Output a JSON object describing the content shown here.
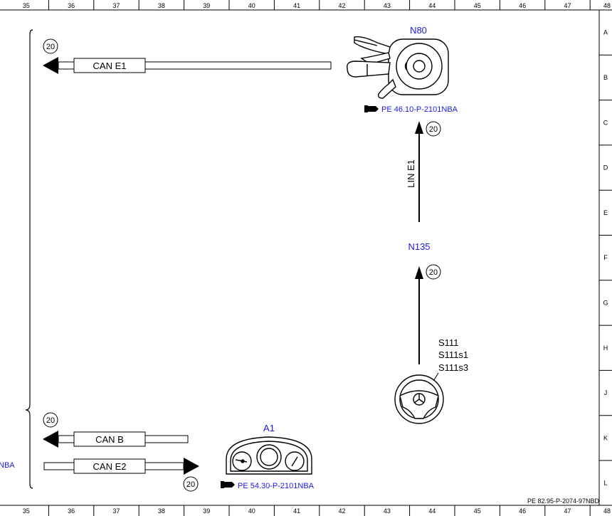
{
  "grid": {
    "columns": [
      "35",
      "36",
      "37",
      "38",
      "39",
      "40",
      "41",
      "42",
      "43",
      "44",
      "45",
      "46",
      "47",
      "48"
    ],
    "rows": [
      "A",
      "B",
      "C",
      "D",
      "E",
      "F",
      "G",
      "H",
      "J",
      "K",
      "L"
    ]
  },
  "components": {
    "n80": {
      "id": "N80",
      "ref": "PE 46.10-P-2101NBA"
    },
    "n135": {
      "id": "N135"
    },
    "a1": {
      "id": "A1",
      "ref": "PE 54.30-P-2101NBA"
    },
    "s111": {
      "lines": [
        "S111",
        "S111s1",
        "S111s3"
      ]
    }
  },
  "buses": {
    "can_e1": "CAN E1",
    "can_b": "CAN B",
    "can_e2": "CAN E2",
    "lin_e1": "LIN E1"
  },
  "circle_ref": "20",
  "left_cut_text": "NBA",
  "footer_ref": "PE 82.95-P-2074-97NBD",
  "colors": {
    "blue": "#1a1ae6",
    "line": "#000000"
  }
}
